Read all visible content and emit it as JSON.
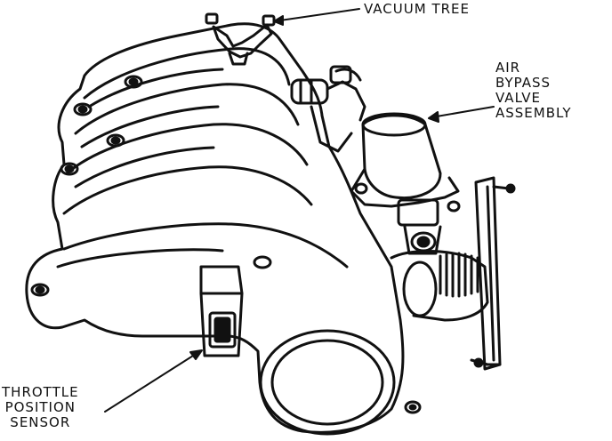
{
  "labels": {
    "vacuum_tree": "VACUUM TREE",
    "air_bypass_valve": [
      "AIR",
      "BYPASS",
      "VALVE",
      "ASSEMBLY"
    ],
    "throttle_position_sensor": [
      "THROTTLE",
      "POSITION",
      "SENSOR"
    ]
  },
  "colors": {
    "ink": "#111111",
    "paper": "#ffffff"
  }
}
